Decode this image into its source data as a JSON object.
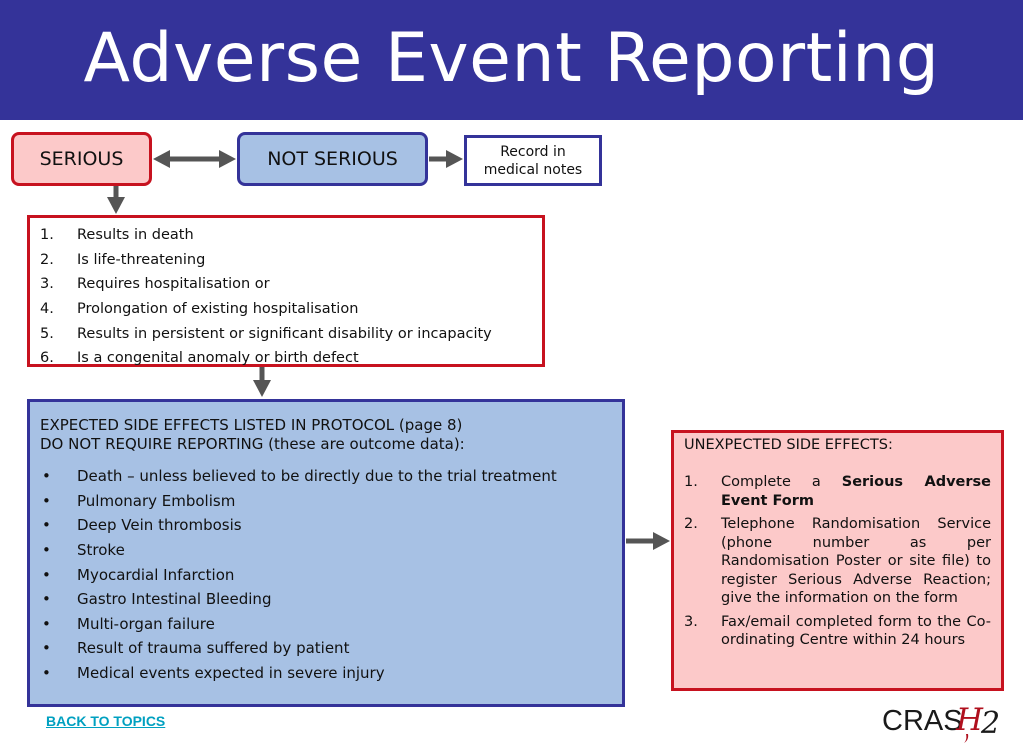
{
  "header": {
    "title": "Adverse Event Reporting"
  },
  "flow": {
    "serious_label": "SERIOUS",
    "not_serious_label": "NOT SERIOUS",
    "record_label": "Record in\nmedical notes"
  },
  "criteria": {
    "items": [
      {
        "num": "1.",
        "text": "Results in death"
      },
      {
        "num": "2.",
        "text": "Is life-threatening"
      },
      {
        "num": "3.",
        "text": "Requires hospitalisation or"
      },
      {
        "num": "4.",
        "text": "Prolongation of existing hospitalisation"
      },
      {
        "num": "5.",
        "text": "Results in persistent or significant disability or incapacity"
      },
      {
        "num": "6.",
        "text": "Is a congenital anomaly or birth defect"
      }
    ]
  },
  "expected": {
    "header_line1": "EXPECTED SIDE EFFECTS LISTED IN PROTOCOL (page 8)",
    "header_line2": "DO NOT REQUIRE REPORTING (these are outcome data):",
    "bullet_symbol": "•",
    "items": [
      "Death – unless believed to be directly due to the trial treatment",
      "Pulmonary Embolism",
      "Deep Vein thrombosis",
      "Stroke",
      "Myocardial Infarction",
      "Gastro Intestinal Bleeding",
      "Multi-organ failure",
      "Result of trauma suffered by patient",
      "Medical events expected in severe injury"
    ]
  },
  "unexpected": {
    "header": "UNEXPECTED SIDE EFFECTS:",
    "item1_num": "1.",
    "item1_prefix": "Complete a ",
    "item1_bold": "Serious Adverse Event Form",
    "item2_num": "2.",
    "item2_text": "Telephone Randomisation Service (phone number as per Randomisation Poster or site file) to register Serious Adverse Reaction; give the information on the form",
    "item3_num": "3.",
    "item3_text": "Fax/email completed form to the Co-ordinating Centre within  24 hours"
  },
  "footer": {
    "back_link": "BACK TO TOPICS",
    "logo_text_main": "CRAS",
    "logo_text_accent": "H",
    "logo_text_num": "2"
  },
  "colors": {
    "title_bg": "#343399",
    "serious_border": "#c7121f",
    "serious_fill": "#fcc9c9",
    "blue_border": "#343399",
    "blue_fill": "#a7c1e4",
    "arrow": "#555555",
    "link": "#00a0c0",
    "logo_accent": "#b0101e"
  }
}
